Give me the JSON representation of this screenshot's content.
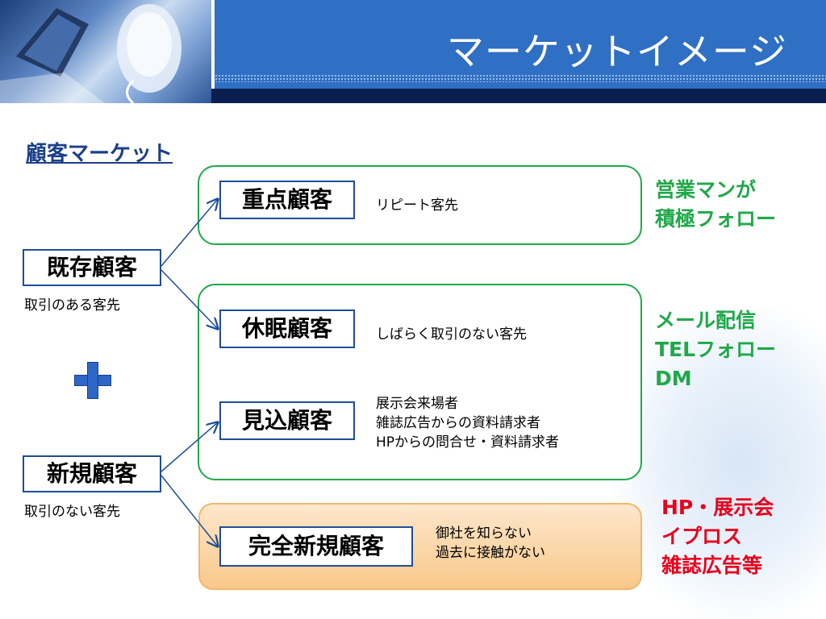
{
  "slide": {
    "title": "マーケットイメージ",
    "section_title": "顧客マーケット"
  },
  "sources": [
    {
      "label": "既存顧客",
      "sub": "取引のある客先"
    },
    {
      "label": "新規顧客",
      "sub": "取引のない客先"
    }
  ],
  "categories": [
    {
      "label": "重点顧客",
      "desc": [
        "リピート客先"
      ]
    },
    {
      "label": "休眠顧客",
      "desc": [
        "しばらく取引のない客先"
      ]
    },
    {
      "label": "見込顧客",
      "desc": [
        "展示会来場者",
        "雑誌広告からの資料請求者",
        "HPからの問合せ・資料請求者"
      ]
    },
    {
      "label": "完全新規顧客",
      "desc": [
        "御社を知らない",
        "過去に接触がない"
      ]
    }
  ],
  "actions": [
    {
      "lines": [
        "営業マンが",
        "積極フォロー"
      ],
      "color": "#20a84a"
    },
    {
      "lines": [
        "メール配信",
        "TELフォロー",
        "DM"
      ],
      "color": "#20a84a"
    },
    {
      "lines": [
        "HP・展示会",
        "イプロス",
        "雑誌広告等"
      ],
      "color": "#e8001c"
    }
  ],
  "colors": {
    "header_blue": "#2f6fc4",
    "box_border": "#1f4e99",
    "group_green": "#22a84a",
    "group_orange": "#f9c88a",
    "plus_blue": "#2e66c8"
  }
}
